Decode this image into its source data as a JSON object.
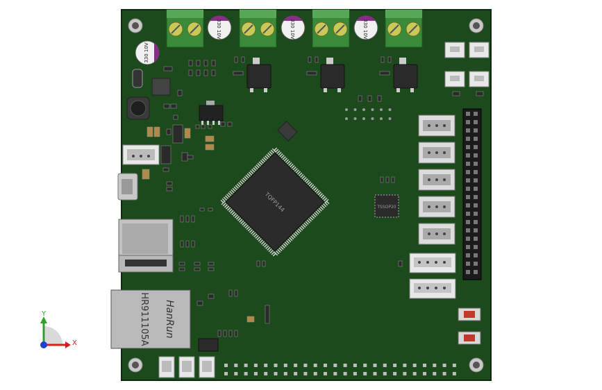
{
  "colors": {
    "background": "#ffffff",
    "pcb": "#1d4a1d",
    "pcb_edge": "#0e2a0e",
    "terminal_green": "#3a8a3a",
    "cap_purple": "#8a2d8a",
    "chip_black": "#2a2a2a",
    "connector_white": "#e8e8e8",
    "button_red": "#c0392b",
    "axis_x": "#d62020",
    "axis_y": "#2aa52a",
    "axis_z": "#2040d0"
  },
  "labels": {
    "cap_top_1": "330 10V",
    "cap_top_2": "330 10V",
    "cap_top_3": "330 10V",
    "cap_left": "330 10V",
    "main_chip": "TQFP144",
    "small_chip": "TSSOP20",
    "magjack_brand": "HanRun",
    "magjack_part": "HR911105A"
  },
  "axes": {
    "x": "X",
    "y": "Y"
  }
}
